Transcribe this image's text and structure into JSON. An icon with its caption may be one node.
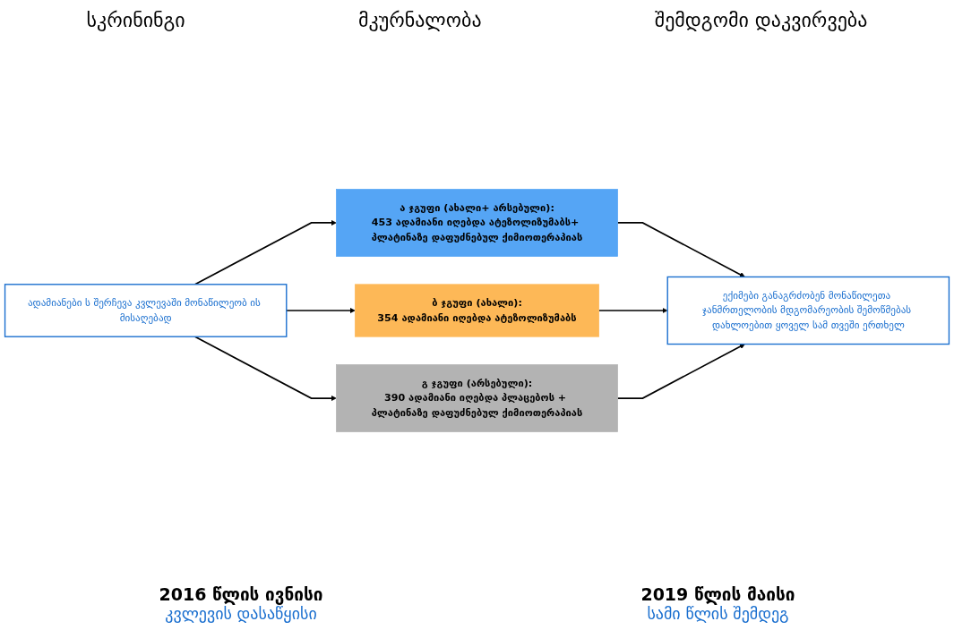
{
  "diagram": {
    "nodes": [
      {
        "text": [
          "ადამიანები ს შერჩევა კვლევაში მონაწილეობ ის მისაღებად"
        ]
      },
      {
        "text": [
          "ა ჯგუფი (ახალი+ არსებული):",
          "453 ადამიანი იღებდა ატეზოლიზუმაბს+ პლატინაზე დაფუძნებულ ქიმიოთერაპიას"
        ]
      },
      {
        "text": [
          "ბ ჯგუფი (ახალი):",
          "354 ადამიანი იღებდა ატეზოლიზუმაბს"
        ]
      },
      {
        "text": [
          "გ ჯგუფი (არსებული):",
          "390 ადამიანი იღებდა პლაცებოს + პლატინაზე დაფუძნებულ ქიმიოთერაპიას"
        ]
      },
      {
        "text": [
          "ექიმები განაგრძობენ მონაწილეთა ჯანმრთელობის მდგომარეობის შემოწმებას დახლოებით ყოველ სამ თვეში ერთხელ"
        ]
      }
    ],
    "edges": [
      {
        "from": 0,
        "to": 1,
        "arrow": "to"
      },
      {
        "from": 0,
        "to": 2,
        "arrow": "to"
      },
      {
        "from": 0,
        "to": 3,
        "arrow": "to"
      },
      {
        "from": 1,
        "to": 4,
        "arrow": "to"
      },
      {
        "from": 2,
        "to": 4,
        "arrow": "to"
      },
      {
        "from": 3,
        "to": 4,
        "arrow": "to"
      }
    ],
    "labels": [
      "სკრინინგი",
      "მკურნალობა",
      "შემდგომი დაკვირვება",
      "2016 წლის ივნისი",
      "კვლევის დასაწყისი",
      "2019 წლის მაისი",
      "სამი წლის შემდეგ"
    ]
  }
}
